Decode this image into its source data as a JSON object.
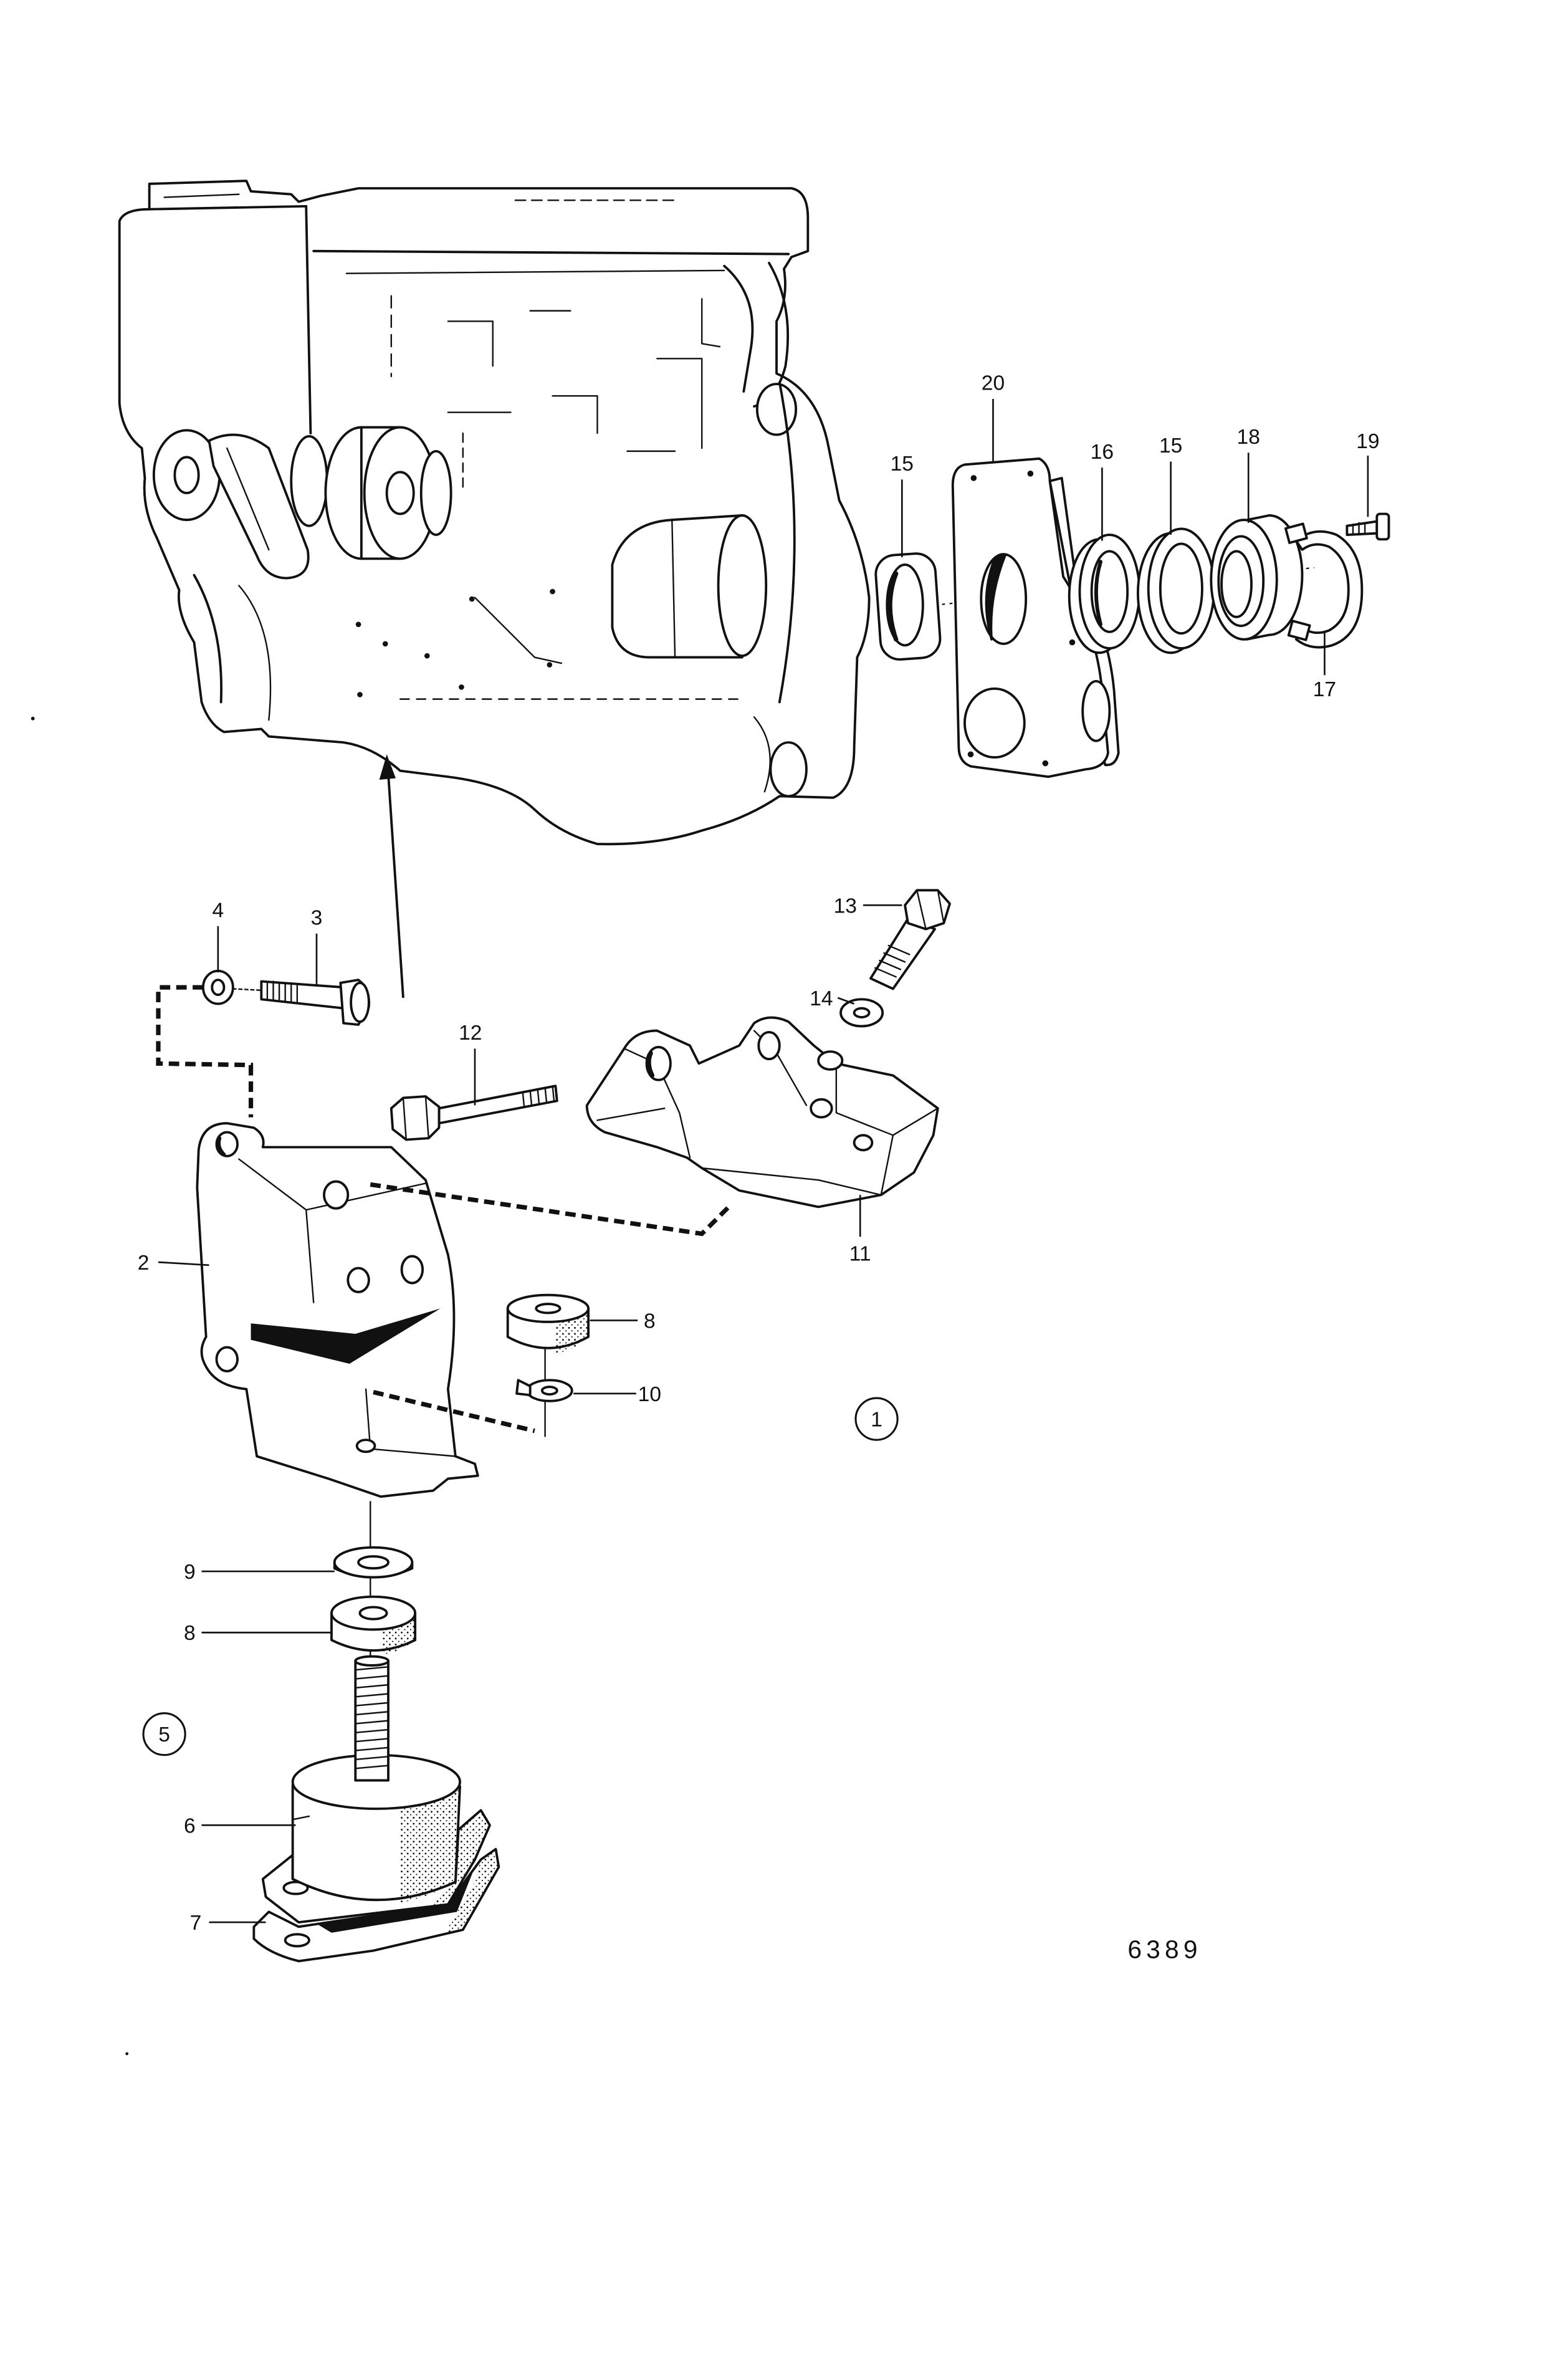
{
  "diagram": {
    "callouts": [
      "20",
      "15",
      "16",
      "15",
      "18",
      "19",
      "17",
      "13",
      "14",
      "4",
      "3",
      "12",
      "11",
      "2",
      "8",
      "10",
      "9",
      "8",
      "6",
      "7"
    ],
    "circled_labels": [
      "1",
      "5"
    ],
    "figure_number": "6389"
  },
  "colors": {
    "ink": "#111111",
    "paper": "#ffffff"
  }
}
